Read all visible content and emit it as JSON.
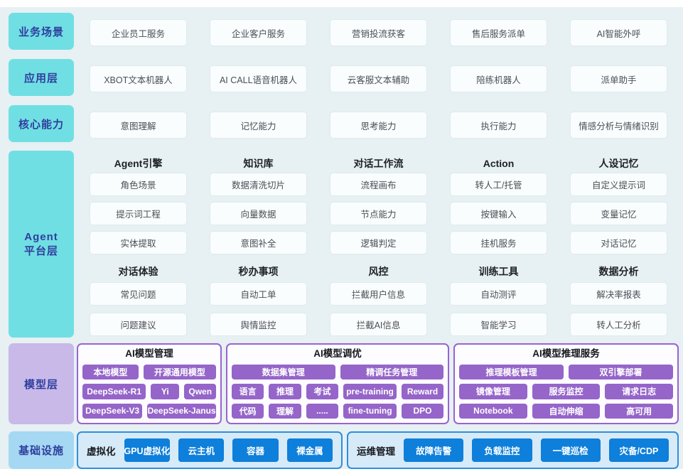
{
  "sidebar": {
    "business": "业务场景",
    "application": "应用层",
    "capability": "核心能力",
    "agent_line1": "Agent",
    "agent_line2": "平台层",
    "model": "模型层",
    "infra": "基础设施"
  },
  "business_row": [
    "企业员工服务",
    "企业客户服务",
    "营销投流获客",
    "售后服务派单",
    "AI智能外呼"
  ],
  "application_row": [
    "XBOT文本机器人",
    "AI CALL语音机器人",
    "云客服文本辅助",
    "陪练机器人",
    "派单助手"
  ],
  "capability_row": [
    "意图理解",
    "记忆能力",
    "思考能力",
    "执行能力",
    "情感分析与情绪识别"
  ],
  "agent_top": [
    {
      "title": "Agent引擎",
      "items": [
        "角色场景",
        "提示词工程",
        "实体提取"
      ]
    },
    {
      "title": "知识库",
      "items": [
        "数据清洗切片",
        "向量数据",
        "意图补全"
      ]
    },
    {
      "title": "对话工作流",
      "items": [
        "流程画布",
        "节点能力",
        "逻辑判定"
      ]
    },
    {
      "title": "Action",
      "items": [
        "转人工/托管",
        "按键输入",
        "挂机服务"
      ]
    },
    {
      "title": "人设记忆",
      "items": [
        "自定义提示词",
        "变量记忆",
        "对话记忆"
      ]
    }
  ],
  "agent_bottom": [
    {
      "title": "对话体验",
      "items": [
        "常见问题",
        "问题建议"
      ]
    },
    {
      "title": "秒办事项",
      "items": [
        "自动工单",
        "舆情监控"
      ]
    },
    {
      "title": "风控",
      "items": [
        "拦截用户信息",
        "拦截AI信息"
      ]
    },
    {
      "title": "训练工具",
      "items": [
        "自动测评",
        "智能学习"
      ]
    },
    {
      "title": "数据分析",
      "items": [
        "解决率报表",
        "转人工分析"
      ]
    }
  ],
  "model_groups": [
    {
      "title": "AI模型管理",
      "rows": [
        [
          "本地模型",
          "开源通用模型"
        ],
        [
          "DeepSeek-R1",
          "Yi",
          "Qwen"
        ],
        [
          "DeepSeek-V3",
          "DeepSeek-Janus"
        ]
      ]
    },
    {
      "title": "AI模型调优",
      "rows": [
        [
          "数据集管理",
          "精调任务管理"
        ],
        [
          "语言",
          "推理",
          "考试",
          "pre-training",
          "Reward"
        ],
        [
          "代码",
          "理解",
          ".....",
          "fine-tuning",
          "DPO"
        ]
      ]
    },
    {
      "title": "AI模型推理服务",
      "rows": [
        [
          "推理模板管理",
          "双引擎部署"
        ],
        [
          "镜像管理",
          "服务监控",
          "请求日志"
        ],
        [
          "Notebook",
          "自动伸缩",
          "高可用"
        ]
      ]
    }
  ],
  "infra_groups": [
    {
      "title": "虚拟化",
      "items": [
        "GPU虚拟化",
        "云主机",
        "容器",
        "裸金属"
      ]
    },
    {
      "title": "运维管理",
      "items": [
        "故障告警",
        "负载监控",
        "一键巡检",
        "灾备/CDP"
      ]
    }
  ],
  "colors": {
    "page_bg": "#E7F0F2",
    "layer_label_cyan": "#70DFE3",
    "layer_label_purple": "#C8B9E9",
    "layer_label_blue": "#A5D8F2",
    "layer_label_text": "#2F3E9E",
    "white_box_bg": "#FAFDFD",
    "model_chip_purple": "#9565C9",
    "model_group_border": "#9A63D1",
    "infra_group_bg": "#D7EAF8",
    "infra_group_border": "#2E8FDC",
    "infra_button_blue": "#0E7FDA"
  }
}
